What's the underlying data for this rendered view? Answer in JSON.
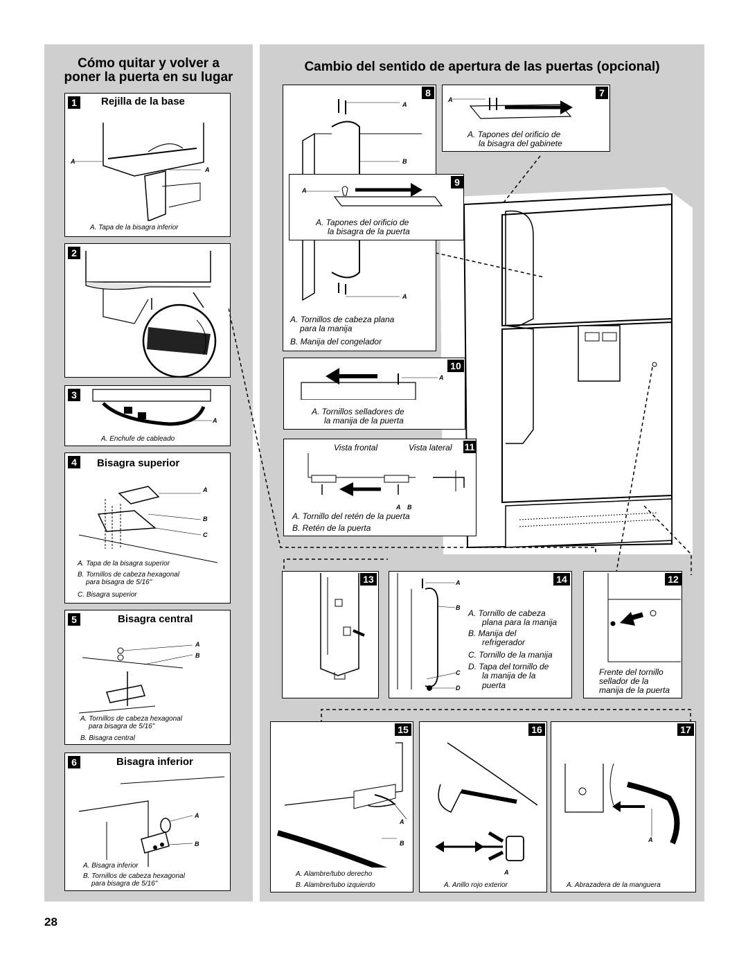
{
  "left": {
    "title_line1": "Cómo quitar y volver a",
    "title_line2": "poner la puerta en su lugar",
    "steps": [
      {
        "num": "1",
        "title": "Rejilla de la base",
        "captions": [
          "A. Tapa de la bisagra inferior"
        ]
      },
      {
        "num": "2"
      },
      {
        "num": "3",
        "captions": [
          "A. Enchufe de cableado"
        ]
      },
      {
        "num": "4",
        "title": "Bisagra superior",
        "captions": [
          "A. Tapa de la bisagra superior",
          "B. Tornillos de cabeza hexagonal",
          "para bisagra de 5/16\"",
          "C. Bisagra superior"
        ]
      },
      {
        "num": "5",
        "title": "Bisagra central",
        "captions": [
          "A. Tornillos de cabeza hexagonal",
          "para bisagra de 5/16\"",
          "B. Bisagra central"
        ]
      },
      {
        "num": "6",
        "title": "Bisagra inferior",
        "captions": [
          "A. Bisagra inferior",
          "B. Tornillos de cabeza hexagonal",
          "para bisagra de 5/16\""
        ]
      }
    ]
  },
  "right": {
    "title": "Cambio del sentido de apertura de las puertas (opcional)",
    "s8": {
      "num": "8",
      "captions": [
        "A. Tornillos de cabeza plana",
        "para la manija",
        "B. Manija del congelador"
      ]
    },
    "s7": {
      "num": "7",
      "captions": [
        "A. Tapones del orificio de",
        "la bisagra del gabinete"
      ]
    },
    "s9": {
      "num": "9",
      "captions": [
        "A. Tapones del orificio de",
        "la bisagra de la puerta"
      ]
    },
    "s10": {
      "num": "10",
      "captions": [
        "A. Tornillos selladores de",
        "la manija de la puerta"
      ]
    },
    "s11": {
      "num": "11",
      "front": "Vista frontal",
      "side": "Vista lateral",
      "captions": [
        "A. Tornillo del retén de la puerta",
        "B. Retén de la puerta"
      ]
    },
    "s13": {
      "num": "13"
    },
    "s14": {
      "num": "14",
      "captions": [
        "A. Tornillo de cabeza",
        "plana para la manija",
        "B. Manija del",
        "refrigerador",
        "C. Tornillo de la manija",
        "D. Tapa del tornillo de",
        "la manija de la",
        "puerta"
      ]
    },
    "s12": {
      "num": "12",
      "captions": [
        "Frente del tornillo",
        "sellador de la",
        "manija de la puerta"
      ]
    },
    "s15": {
      "num": "15",
      "captions": [
        "A. Alambre/tubo derecho",
        "B. Alambre/tubo izquierdo"
      ]
    },
    "s16": {
      "num": "16",
      "captions": [
        "A. Anillo rojo exterior"
      ]
    },
    "s17": {
      "num": "17",
      "captions": [
        "A. Abrazadera de la manguera"
      ]
    }
  },
  "labels": {
    "a": "A",
    "b": "B",
    "c": "C",
    "d": "D"
  },
  "page_number": "28"
}
